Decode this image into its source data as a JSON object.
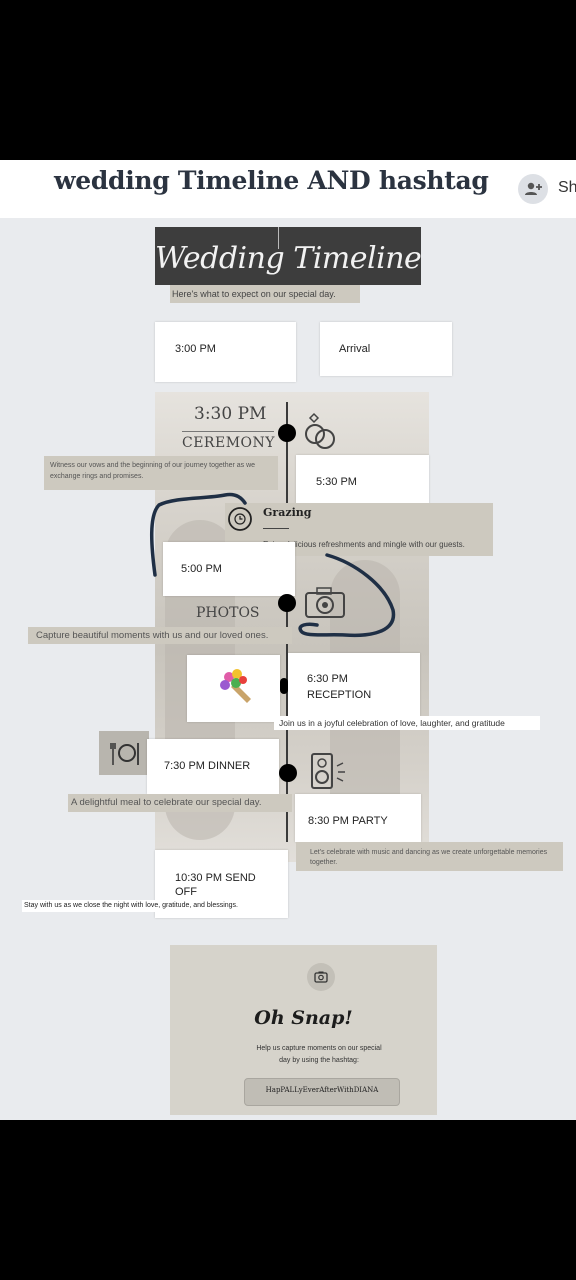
{
  "header": {
    "title": "wedding Timeline AND hashtag",
    "share_label": "Sh",
    "share_icon": "add-person-icon"
  },
  "banner": {
    "title": "Wedding Timeline",
    "subtitle": "Here's what to expect on our special day."
  },
  "events": {
    "arrival_time": "3:00 PM",
    "arrival_label": "Arrival",
    "ceremony_time": "3:30 PM",
    "ceremony_label": "CEREMONY",
    "ceremony_desc": "Witness our vows and the beginning of our journey together as we exchange rings and promises.",
    "grazing_time": "5:30 PM",
    "grazing_title": "Grazing",
    "grazing_desc": "Enjoy delicious refreshments and mingle with our guests.",
    "photos_time": "5:00 PM",
    "photos_label": "PHOTOS",
    "photos_desc": "Capture beautiful moments with us and our loved ones.",
    "reception_time": "6:30 PM",
    "reception_label": "RECEPTION",
    "reception_desc": "Join us in a joyful celebration of love, laughter, and gratitude",
    "dinner_label": "7:30 PM DINNER",
    "dinner_desc": "A delightful meal to celebrate our special day.",
    "party_label": "8:30 PM PARTY",
    "party_desc": "Let's celebrate with music and dancing as we create unforgettable memories together.",
    "sendoff_label": "10:30 PM SEND OFF",
    "sendoff_desc": "Stay with us as we close the night with love, gratitude, and blessings."
  },
  "snap": {
    "title": "Oh Snap!",
    "desc": "Help us capture moments on our special day by using the hashtag:",
    "hashtag": "HapPALLyEverAfterWithDIANA"
  },
  "colors": {
    "header_title": "#2b3340",
    "canvas": "#e9ebee",
    "tag_bg": "#cdc9bf",
    "banner_bg": "#3d3d3d",
    "ink": "#1f2f45"
  }
}
